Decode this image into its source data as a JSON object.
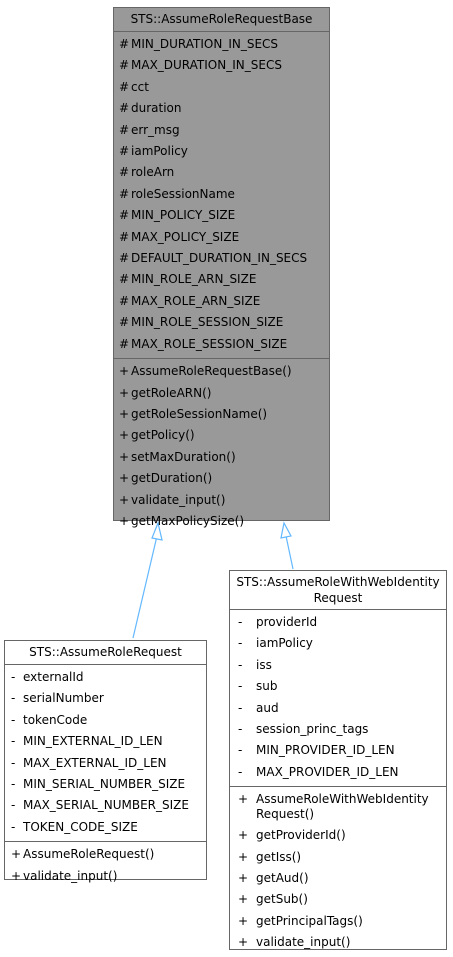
{
  "base": {
    "title": "STS::AssumeRoleRequestBase",
    "attributes": [
      {
        "vis": "#",
        "name": "MIN_DURATION_IN_SECS"
      },
      {
        "vis": "#",
        "name": "MAX_DURATION_IN_SECS"
      },
      {
        "vis": "#",
        "name": "cct"
      },
      {
        "vis": "#",
        "name": "duration"
      },
      {
        "vis": "#",
        "name": "err_msg"
      },
      {
        "vis": "#",
        "name": "iamPolicy"
      },
      {
        "vis": "#",
        "name": "roleArn"
      },
      {
        "vis": "#",
        "name": "roleSessionName"
      },
      {
        "vis": "#",
        "name": "MIN_POLICY_SIZE"
      },
      {
        "vis": "#",
        "name": "MAX_POLICY_SIZE"
      },
      {
        "vis": "#",
        "name": "DEFAULT_DURATION_IN_SECS"
      },
      {
        "vis": "#",
        "name": "MIN_ROLE_ARN_SIZE"
      },
      {
        "vis": "#",
        "name": "MAX_ROLE_ARN_SIZE"
      },
      {
        "vis": "#",
        "name": "MIN_ROLE_SESSION_SIZE"
      },
      {
        "vis": "#",
        "name": "MAX_ROLE_SESSION_SIZE"
      }
    ],
    "methods": [
      {
        "vis": "+",
        "name": "AssumeRoleRequestBase()"
      },
      {
        "vis": "+",
        "name": "getRoleARN()"
      },
      {
        "vis": "+",
        "name": "getRoleSessionName()"
      },
      {
        "vis": "+",
        "name": "getPolicy()"
      },
      {
        "vis": "+",
        "name": "setMaxDuration()"
      },
      {
        "vis": "+",
        "name": "getDuration()"
      },
      {
        "vis": "+",
        "name": "validate_input()"
      },
      {
        "vis": "+",
        "name": "getMaxPolicySize()"
      }
    ]
  },
  "left": {
    "title": "STS::AssumeRoleRequest",
    "attributes": [
      {
        "vis": "-",
        "name": "externalId"
      },
      {
        "vis": "-",
        "name": "serialNumber"
      },
      {
        "vis": "-",
        "name": "tokenCode"
      },
      {
        "vis": "-",
        "name": "MIN_EXTERNAL_ID_LEN"
      },
      {
        "vis": "-",
        "name": "MAX_EXTERNAL_ID_LEN"
      },
      {
        "vis": "-",
        "name": "MIN_SERIAL_NUMBER_SIZE"
      },
      {
        "vis": "-",
        "name": "MAX_SERIAL_NUMBER_SIZE"
      },
      {
        "vis": "-",
        "name": "TOKEN_CODE_SIZE"
      }
    ],
    "methods": [
      {
        "vis": "+",
        "name": "AssumeRoleRequest()"
      },
      {
        "vis": "+",
        "name": "validate_input()"
      }
    ]
  },
  "right": {
    "title_line1": "STS::AssumeRoleWithWebIdentity",
    "title_line2": "Request",
    "attributes": [
      {
        "vis": "-",
        "name": "providerId"
      },
      {
        "vis": "-",
        "name": "iamPolicy"
      },
      {
        "vis": "-",
        "name": "iss"
      },
      {
        "vis": "-",
        "name": "sub"
      },
      {
        "vis": "-",
        "name": "aud"
      },
      {
        "vis": "-",
        "name": "session_princ_tags"
      },
      {
        "vis": "-",
        "name": "MIN_PROVIDER_ID_LEN"
      },
      {
        "vis": "-",
        "name": "MAX_PROVIDER_ID_LEN"
      }
    ],
    "constructor": {
      "vis": "+",
      "line1": "AssumeRoleWithWebIdentity",
      "line2": "Request()"
    },
    "methods": [
      {
        "vis": "+",
        "name": "getProviderId()"
      },
      {
        "vis": "+",
        "name": "getIss()"
      },
      {
        "vis": "+",
        "name": "getAud()"
      },
      {
        "vis": "+",
        "name": "getSub()"
      },
      {
        "vis": "+",
        "name": "getPrincipalTags()"
      },
      {
        "vis": "+",
        "name": "validate_input()"
      }
    ]
  },
  "colors": {
    "base_fill": "#999999",
    "border": "#666666",
    "arrow": "#63b8ff"
  }
}
